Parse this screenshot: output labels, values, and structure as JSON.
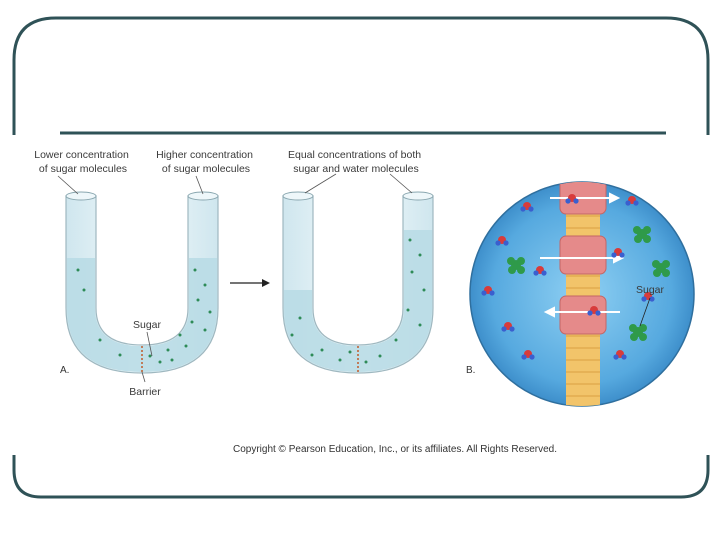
{
  "diagram": {
    "labels": {
      "lower_concentration": [
        "Lower concentration",
        "of sugar molecules"
      ],
      "higher_concentration": [
        "Higher concentration",
        "of sugar molecules"
      ],
      "equal_concentrations": [
        "Equal concentrations of both",
        "sugar and water molecules"
      ],
      "sugar_tube": "Sugar",
      "barrier": "Barrier",
      "sugar_circle": "Sugar",
      "panel_a": "A.",
      "panel_b": "B."
    },
    "copyright": "Copyright © Pearson Education, Inc., or its affiliates. All Rights Reserved."
  },
  "colors": {
    "frame": "#2f5257",
    "rule": "#2f5257",
    "water": "#b9dbe6",
    "glass": "#dff0f5",
    "sugar_dot": "#2e8b57",
    "circle_fill": "#5aaee0",
    "membrane": "#f2c46a",
    "channel": "#e58a8a"
  }
}
